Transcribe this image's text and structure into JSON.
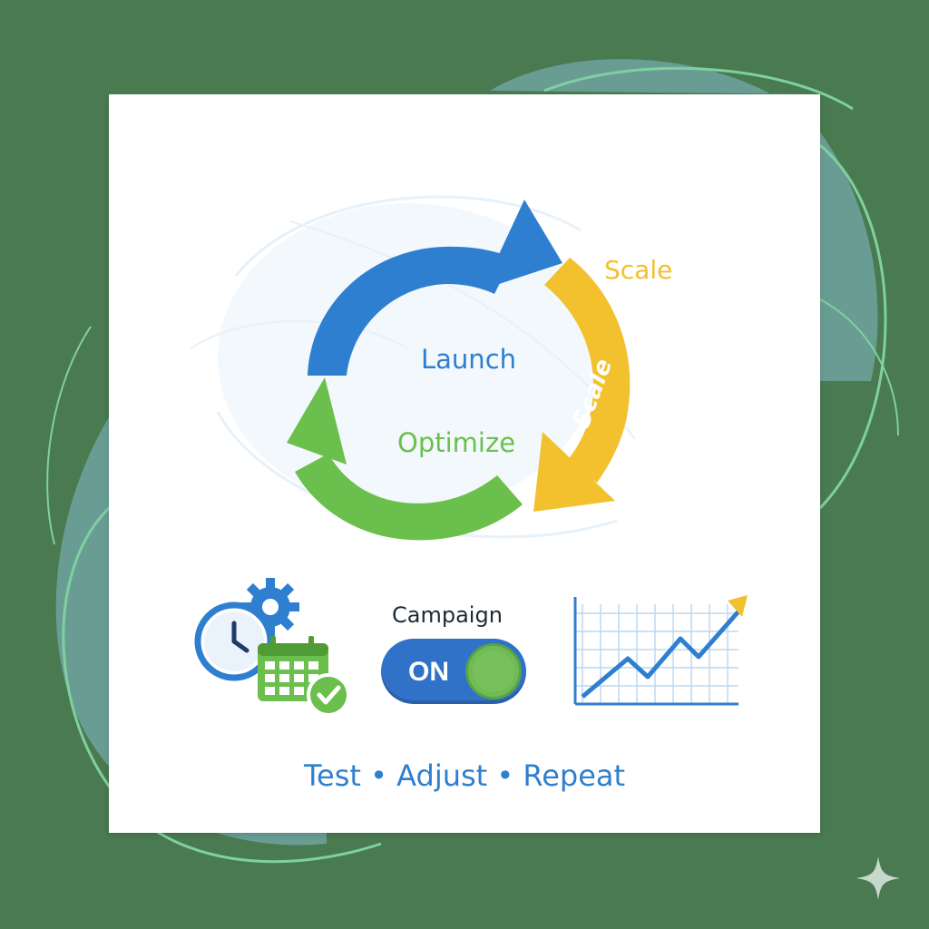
{
  "cycle": {
    "launch_label": "Launch",
    "optimize_label": "Optimize",
    "scale_label": "Scale",
    "scale_arrow_label": "Scale"
  },
  "campaign": {
    "title": "Campaign",
    "toggle_label": "ON",
    "toggle_state": "on"
  },
  "tagline": "Test • Adjust • Repeat",
  "colors": {
    "background": "#4a7a50",
    "blue": "#2f7fd0",
    "green": "#6bbf4c",
    "yellow": "#f3c02e",
    "card": "#ffffff"
  },
  "icons": [
    "clock-icon",
    "gear-icon",
    "calendar-icon",
    "checkmark-icon",
    "growth-chart-icon",
    "sparkle-icon"
  ]
}
